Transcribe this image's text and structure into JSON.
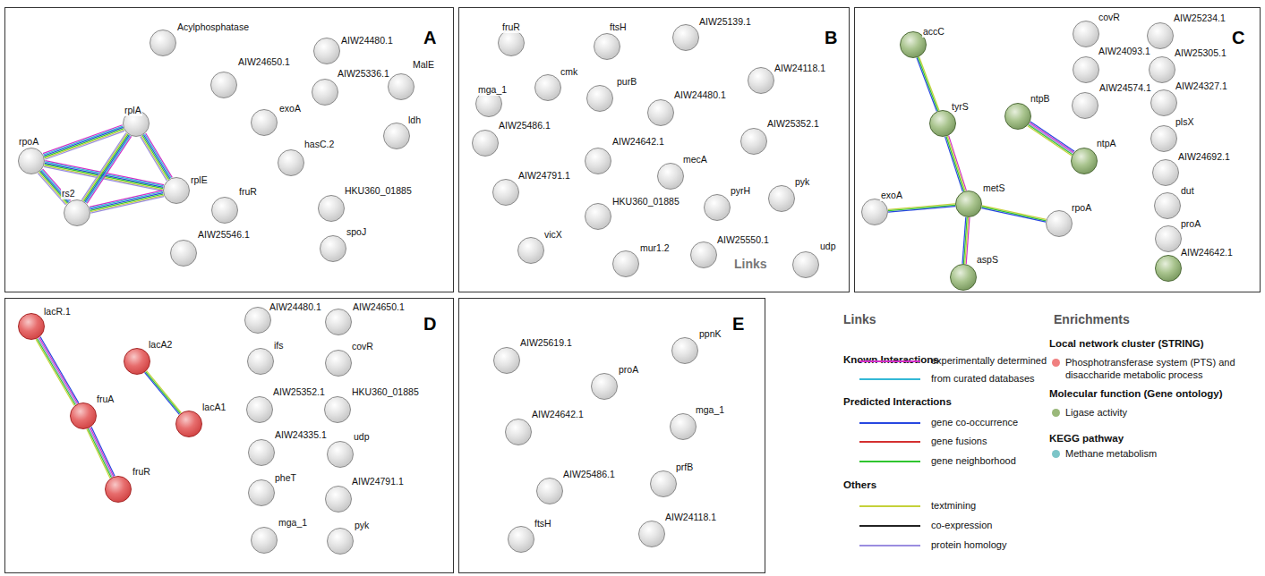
{
  "diagram": {
    "nodes": [
      {
        "text": [
          "A"
        ]
      },
      {
        "text": [
          "Acylphosphatase"
        ],
        "in": 0
      },
      {
        "text": [
          "AIW24480.1"
        ],
        "in": 0
      },
      {
        "text": [
          "AIW24650.1"
        ],
        "in": 0
      },
      {
        "text": [
          "AIW25336.1"
        ],
        "in": 0
      },
      {
        "text": [
          "MalE"
        ],
        "in": 0
      },
      {
        "text": [
          "exoA"
        ],
        "in": 0
      },
      {
        "text": [
          "ldh"
        ],
        "in": 0
      },
      {
        "text": [
          "rplA"
        ],
        "in": 0
      },
      {
        "text": [
          "rpoA"
        ],
        "in": 0
      },
      {
        "text": [
          "rplE"
        ],
        "in": 0
      },
      {
        "text": [
          "rs2"
        ],
        "in": 0
      },
      {
        "text": [
          "hasC.2"
        ],
        "in": 0
      },
      {
        "text": [
          "fruR"
        ],
        "in": 0
      },
      {
        "text": [
          "HKU360_01885"
        ],
        "in": 0
      },
      {
        "text": [
          "AIW25546.1"
        ],
        "in": 0
      },
      {
        "text": [
          "spoJ"
        ],
        "in": 0
      },
      {
        "text": [
          "B"
        ]
      },
      {
        "text": [
          "fruR"
        ],
        "in": 17
      },
      {
        "text": [
          "ftsH"
        ],
        "in": 17
      },
      {
        "text": [
          "AIW25139.1"
        ],
        "in": 17
      },
      {
        "text": [
          "cmk"
        ],
        "in": 17
      },
      {
        "text": [
          "purB"
        ],
        "in": 17
      },
      {
        "text": [
          "AIW24480.1"
        ],
        "in": 17
      },
      {
        "text": [
          "AIW24118.1"
        ],
        "in": 17
      },
      {
        "text": [
          "mga_1"
        ],
        "in": 17
      },
      {
        "text": [
          "AIW25486.1"
        ],
        "in": 17
      },
      {
        "text": [
          "AIW24642.1"
        ],
        "in": 17
      },
      {
        "text": [
          "AIW25352.1"
        ],
        "in": 17
      },
      {
        "text": [
          "mecA"
        ],
        "in": 17
      },
      {
        "text": [
          "AIW24791.1"
        ],
        "in": 17
      },
      {
        "text": [
          "HKU360_01885"
        ],
        "in": 17
      },
      {
        "text": [
          "pyrH"
        ],
        "in": 17
      },
      {
        "text": [
          "pyk"
        ],
        "in": 17
      },
      {
        "text": [
          "vicX"
        ],
        "in": 17
      },
      {
        "text": [
          "mur1.2"
        ],
        "in": 17
      },
      {
        "text": [
          "AIW25550.1"
        ],
        "in": 17
      },
      {
        "text": [
          "udp"
        ],
        "in": 17
      },
      {
        "text": [
          "C"
        ]
      },
      {
        "text": [
          "accC"
        ],
        "in": 38
      },
      {
        "text": [
          "covR"
        ],
        "in": 38
      },
      {
        "text": [
          "AIW25234.1"
        ],
        "in": 38
      },
      {
        "text": [
          "AIW24093.1"
        ],
        "in": 38
      },
      {
        "text": [
          "AIW25305.1"
        ],
        "in": 38
      },
      {
        "text": [
          "AIW24574.1"
        ],
        "in": 38
      },
      {
        "text": [
          "ntpB"
        ],
        "in": 38
      },
      {
        "text": [
          "AIW24327.1"
        ],
        "in": 38
      },
      {
        "text": [
          "tyrS"
        ],
        "in": 38
      },
      {
        "text": [
          "plsX"
        ],
        "in": 38
      },
      {
        "text": [
          "AIW24692.1"
        ],
        "in": 38
      },
      {
        "text": [
          "ntpA"
        ],
        "in": 38
      },
      {
        "text": [
          "metS"
        ],
        "in": 38
      },
      {
        "text": [
          "exoA"
        ],
        "in": 38
      },
      {
        "text": [
          "dut"
        ],
        "in": 38
      },
      {
        "text": [
          "rpoA"
        ],
        "in": 38
      },
      {
        "text": [
          "proA"
        ],
        "in": 38
      },
      {
        "text": [
          "aspS"
        ],
        "in": 38
      },
      {
        "text": [
          "AIW24642.1"
        ],
        "in": 38
      },
      {
        "text": [
          "D"
        ]
      },
      {
        "text": [
          "lacR.1"
        ],
        "in": 58
      },
      {
        "text": [
          "lacA2"
        ],
        "in": 58
      },
      {
        "text": [
          "fruA"
        ],
        "in": 58
      },
      {
        "text": [
          "lacA1"
        ],
        "in": 58
      },
      {
        "text": [
          "fruR"
        ],
        "in": 58
      },
      {
        "text": [
          "AIW24480.1"
        ],
        "in": 58
      },
      {
        "text": [
          "AIW24650.1"
        ],
        "in": 58
      },
      {
        "text": [
          "ifs"
        ],
        "in": 58
      },
      {
        "text": [
          "covR"
        ],
        "in": 58
      },
      {
        "text": [
          "AIW25352.1"
        ],
        "in": 58
      },
      {
        "text": [
          "HKU360_01885"
        ],
        "in": 58
      },
      {
        "text": [
          "AIW24335.1"
        ],
        "in": 58
      },
      {
        "text": [
          "udp"
        ],
        "in": 58
      },
      {
        "text": [
          "pheT"
        ],
        "in": 58
      },
      {
        "text": [
          "AIW24791.1"
        ],
        "in": 58
      },
      {
        "text": [
          "mga_1"
        ],
        "in": 58
      },
      {
        "text": [
          "pyk"
        ],
        "in": 58
      },
      {
        "text": [
          "E"
        ]
      },
      {
        "text": [
          "AIW25619.1"
        ],
        "in": 76
      },
      {
        "text": [
          "ppnK"
        ],
        "in": 76
      },
      {
        "text": [
          "proA"
        ],
        "in": 76
      },
      {
        "text": [
          "AIW24642.1"
        ],
        "in": 76
      },
      {
        "text": [
          "mga_1"
        ],
        "in": 76
      },
      {
        "text": [
          "AIW25486.1"
        ],
        "in": 76
      },
      {
        "text": [
          "prfB"
        ],
        "in": 76
      },
      {
        "text": [
          "ftsH"
        ],
        "in": 76
      },
      {
        "text": [
          "AIW24118.1"
        ],
        "in": 76
      }
    ],
    "edges": [
      {
        "from": 9,
        "to": 8,
        "arrow": "none"
      },
      {
        "from": 9,
        "to": 11,
        "arrow": "none"
      },
      {
        "from": 9,
        "to": 10,
        "arrow": "none"
      },
      {
        "from": 8,
        "to": 11,
        "arrow": "none"
      },
      {
        "from": 8,
        "to": 10,
        "arrow": "none"
      },
      {
        "from": 11,
        "to": 10,
        "arrow": "none"
      },
      {
        "from": 39,
        "to": 47,
        "arrow": "none"
      },
      {
        "from": 47,
        "to": 51,
        "arrow": "none"
      },
      {
        "from": 52,
        "to": 51,
        "arrow": "none"
      },
      {
        "from": 51,
        "to": 54,
        "arrow": "none"
      },
      {
        "from": 51,
        "to": 56,
        "arrow": "none"
      },
      {
        "from": 45,
        "to": 50,
        "arrow": "none"
      },
      {
        "from": 59,
        "to": 61,
        "arrow": "none"
      },
      {
        "from": 61,
        "to": 63,
        "arrow": "none"
      },
      {
        "from": 60,
        "to": 62,
        "arrow": "none"
      }
    ],
    "labels": [
      "Links",
      "Links",
      "Known Interactions",
      "Predicted Interactions",
      "Others",
      "Enrichments",
      "Local network cluster (STRING)",
      "Molecular function (Gene ontology)",
      "KEGG pathway"
    ],
    "legend": [
      {
        "text": "experimentally determined"
      },
      {
        "text": "from curated databases"
      },
      {
        "text": "gene co-occurrence"
      },
      {
        "text": "gene fusions"
      },
      {
        "text": "gene neighborhood"
      },
      {
        "text": "textmining"
      },
      {
        "text": "co-expression"
      },
      {
        "text": "protein homology"
      },
      {
        "text": "Phosphotransferase system (PTS) and disaccharide metabolic process",
        "color": "#f08080"
      },
      {
        "text": "Ligase activity",
        "color": "#9ab87a"
      },
      {
        "text": "Methane metabolism",
        "color": "#7cc5c8"
      }
    ]
  }
}
